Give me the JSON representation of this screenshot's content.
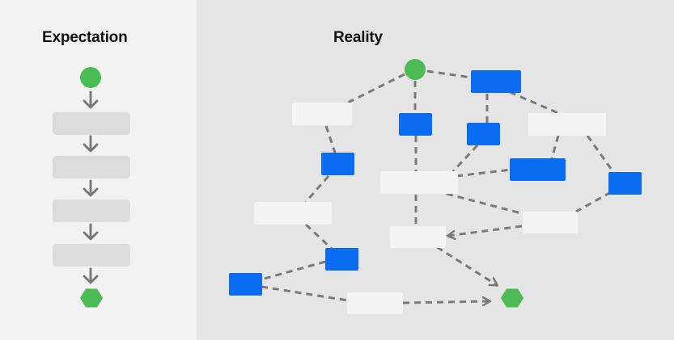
{
  "left_panel": {
    "title": "Expectation",
    "steps": 4,
    "colors": {
      "panel_bg": "#f2f2f2",
      "box": "#dcdcdc",
      "arrow": "#7a7a7a"
    }
  },
  "right_panel": {
    "title": "Reality",
    "colors": {
      "panel_bg": "#e5e5e5",
      "light_box": "#f4f4f4",
      "blue_box": "#0a6cf0",
      "connector": "#7a7a7a"
    }
  },
  "shapes": {
    "start": "green-circle",
    "end": "green-hexagon",
    "start_color": "#4cbb55",
    "end_color": "#4cbb55"
  }
}
